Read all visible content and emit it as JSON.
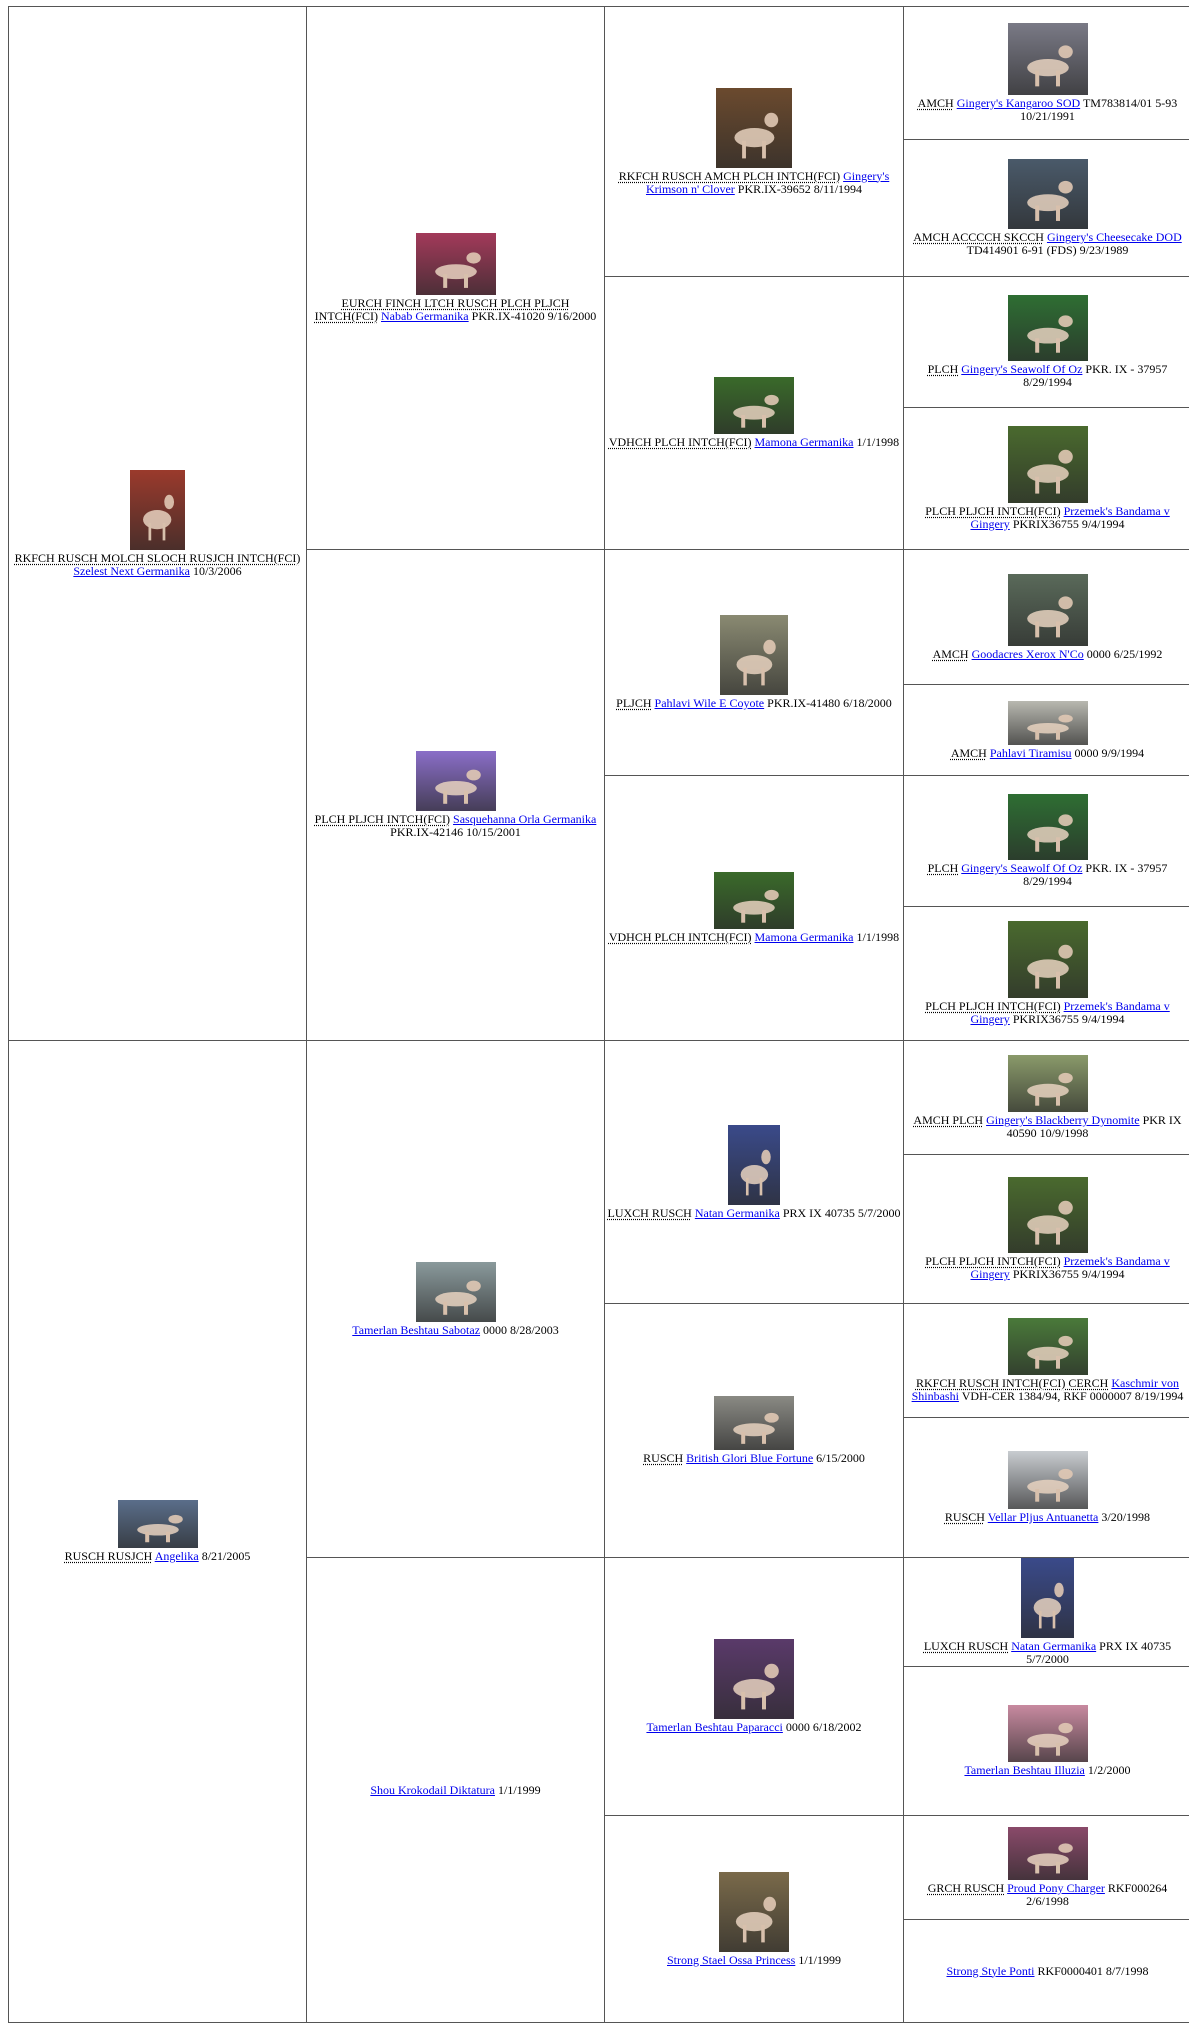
{
  "pedigree": {
    "rows": [
      {
        "col": 1,
        "rowspan": 8,
        "title": "RKFCH RUSCH MOLCH SLOCH RUSJCH INTCH(FCI)",
        "name": "Szelest Next Germanika",
        "info": "10/3/2006",
        "photo": "crested-dog-photo",
        "bg": "#9b3a2c",
        "pw": 68,
        "ph": 100
      },
      {
        "col": 2,
        "rowspan": 4,
        "title": "EURCH FINCH LTCH RUSCH PLCH PLJCH INTCH(FCI)",
        "name": "Nabab Germanika",
        "info": "PKR.IX-41020 9/16/2000",
        "photo": "crested-dog-photo",
        "bg": "#a33a5a",
        "pw": 100,
        "ph": 78
      },
      {
        "col": 3,
        "rowspan": 2,
        "title": "RKFCH RUSCH AMCH PLCH INTCH(FCI)",
        "name": "Gingery's Krimson n' Clover",
        "info": "PKR.IX-39652 8/11/1994",
        "photo": "crested-dog-photo",
        "bg": "#6b4a2e",
        "pw": 96,
        "ph": 100
      },
      {
        "col": 4,
        "rowspan": 1,
        "title": "AMCH",
        "name": "Gingery's Kangaroo SOD",
        "info": "TM783814/01 5-93 10/21/1991",
        "photo": "crested-dog-photo",
        "bg": "#7a7a86",
        "pw": 100,
        "ph": 90
      },
      {
        "col": 4,
        "rowspan": 1,
        "title": "AMCH ACCCCH SKCCH",
        "name": "Gingery's Cheesecake DOD",
        "info": "TD414901 6-91 (FDS) 9/23/1989",
        "photo": "crested-dog-photo",
        "bg": "#4a5a6a",
        "pw": 100,
        "ph": 88
      },
      {
        "col": 3,
        "rowspan": 2,
        "title": "VDHCH PLCH INTCH(FCI)",
        "name": "Mamona Germanika",
        "info": "1/1/1998",
        "photo": "crested-dog-photo",
        "bg": "#3a6a2a",
        "pw": 100,
        "ph": 72
      },
      {
        "col": 4,
        "rowspan": 1,
        "title": "PLCH",
        "name": "Gingery's Seawolf Of Oz",
        "info": "PKR. IX - 37957 8/29/1994",
        "photo": "crested-dog-photo",
        "bg": "#2e6e33",
        "pw": 100,
        "ph": 82
      },
      {
        "col": 4,
        "rowspan": 1,
        "title": "PLCH PLJCH INTCH(FCI)",
        "name": "Przemek's Bandama v Gingery",
        "info": "PKRIX36755 9/4/1994",
        "photo": "crested-dog-photo",
        "bg": "#4a6a2e",
        "pw": 100,
        "ph": 96
      },
      {
        "col": 2,
        "rowspan": 4,
        "title": "PLCH PLJCH INTCH(FCI)",
        "name": "Sasquehanna Orla Germanika",
        "info": "PKR.IX-42146 10/15/2001",
        "photo": "crested-dog-photo",
        "bg": "#8a6ec8",
        "pw": 100,
        "ph": 75
      },
      {
        "col": 3,
        "rowspan": 2,
        "title": "PLJCH",
        "name": "Pahlavi Wile E Coyote",
        "info": "PKR.IX-41480 6/18/2000",
        "photo": "crested-dog-photo",
        "bg": "#8a8a72",
        "pw": 86,
        "ph": 100
      },
      {
        "col": 4,
        "rowspan": 1,
        "title": "AMCH",
        "name": "Goodacres Xerox N'Co",
        "info": "0000 6/25/1992",
        "photo": "crested-dog-photo",
        "bg": "#5a6a5a",
        "pw": 100,
        "ph": 90
      },
      {
        "col": 4,
        "rowspan": 1,
        "title": "AMCH",
        "name": "Pahlavi Tiramisu",
        "info": "0000 9/9/1994",
        "photo": "crested-dog-photo",
        "bg": "#b8b8b0",
        "pw": 100,
        "ph": 55
      },
      {
        "col": 3,
        "rowspan": 2,
        "title": "VDHCH PLCH INTCH(FCI)",
        "name": "Mamona Germanika",
        "info": "1/1/1998",
        "photo": "crested-dog-photo",
        "bg": "#3a6a2a",
        "pw": 100,
        "ph": 72
      },
      {
        "col": 4,
        "rowspan": 1,
        "title": "PLCH",
        "name": "Gingery's Seawolf Of Oz",
        "info": "PKR. IX - 37957 8/29/1994",
        "photo": "crested-dog-photo",
        "bg": "#2e6e33",
        "pw": 100,
        "ph": 82
      },
      {
        "col": 4,
        "rowspan": 1,
        "title": "PLCH PLJCH INTCH(FCI)",
        "name": "Przemek's Bandama v Gingery",
        "info": "PKRIX36755 9/4/1994",
        "photo": "crested-dog-photo",
        "bg": "#4a6a2e",
        "pw": 100,
        "ph": 96
      },
      {
        "col": 1,
        "rowspan": 8,
        "title": "RUSCH RUSJCH",
        "name": "Angelika",
        "info": "8/21/2005",
        "photo": "crested-dog-photo",
        "bg": "#5a6e8a",
        "pw": 100,
        "ph": 60
      },
      {
        "col": 2,
        "rowspan": 4,
        "title": "",
        "name": "Tamerlan Beshtau Sabotaz",
        "info": "0000 8/28/2003",
        "photo": "crested-dog-photo",
        "bg": "#8a9a9c",
        "pw": 100,
        "ph": 75
      },
      {
        "col": 3,
        "rowspan": 2,
        "title": "LUXCH RUSCH",
        "name": "Natan Germanika",
        "info": "PRX IX 40735 5/7/2000",
        "photo": "crested-dog-photo",
        "bg": "#3a4a8a",
        "pw": 66,
        "ph": 100
      },
      {
        "col": 4,
        "rowspan": 1,
        "title": "AMCH PLCH",
        "name": "Gingery's Blackberry Dynomite",
        "info": "PKR IX 40590 10/9/1998",
        "photo": "crested-dog-photo",
        "bg": "#8a9a6a",
        "pw": 100,
        "ph": 72
      },
      {
        "col": 4,
        "rowspan": 1,
        "title": "PLCH PLJCH INTCH(FCI)",
        "name": "Przemek's Bandama v Gingery",
        "info": "PKRIX36755 9/4/1994",
        "photo": "crested-dog-photo",
        "bg": "#4a6a2e",
        "pw": 100,
        "ph": 96
      },
      {
        "col": 3,
        "rowspan": 2,
        "title": "RUSCH",
        "name": "British Glori Blue Fortune",
        "info": "6/15/2000",
        "photo": "crested-dog-photo",
        "bg": "#8a8a84",
        "pw": 100,
        "ph": 68
      },
      {
        "col": 4,
        "rowspan": 1,
        "title": "RKFCH RUSCH INTCH(FCI) CERCH",
        "name": "Kaschmir von Shinbashi",
        "info": "VDH-CER 1384/94, RKF 0000007 8/19/1994",
        "photo": "crested-dog-photo",
        "bg": "#4a7a3a",
        "pw": 100,
        "ph": 72
      },
      {
        "col": 4,
        "rowspan": 1,
        "title": "RUSCH",
        "name": "Vellar Pljus Antuanetta",
        "info": "3/20/1998",
        "photo": "crested-dog-photo",
        "bg": "#c8ccd0",
        "pw": 100,
        "ph": 72
      },
      {
        "col": 2,
        "rowspan": 4,
        "title": "",
        "name": "Shou Krokodail Diktatura",
        "info": "1/1/1999",
        "photo": "",
        "bg": "",
        "pw": 0,
        "ph": 0
      },
      {
        "col": 3,
        "rowspan": 2,
        "title": "",
        "name": "Tamerlan Beshtau Paparacci",
        "info": "0000 6/18/2002",
        "photo": "crested-dog-photo",
        "bg": "#5a3a6a",
        "pw": 100,
        "ph": 100
      },
      {
        "col": 4,
        "rowspan": 1,
        "title": "LUXCH RUSCH",
        "name": "Natan Germanika",
        "info": "PRX IX 40735 5/7/2000",
        "photo": "crested-dog-photo",
        "bg": "#3a4a8a",
        "pw": 66,
        "ph": 100
      },
      {
        "col": 4,
        "rowspan": 1,
        "title": "",
        "name": "Tamerlan Beshtau Illuzia",
        "info": "1/2/2000",
        "photo": "crested-dog-photo",
        "bg": "#c88aa0",
        "pw": 100,
        "ph": 72
      },
      {
        "col": 3,
        "rowspan": 2,
        "title": "",
        "name": "Strong Stael Ossa Princess",
        "info": "1/1/1999",
        "photo": "crested-dog-photo",
        "bg": "#7a6a4a",
        "pw": 88,
        "ph": 100
      },
      {
        "col": 4,
        "rowspan": 1,
        "title": "GRCH RUSCH",
        "name": "Proud Pony Charger",
        "info": "RKF000264 2/6/1998",
        "photo": "crested-dog-photo",
        "bg": "#8a4a6a",
        "pw": 100,
        "ph": 66
      },
      {
        "col": 4,
        "rowspan": 1,
        "title": "",
        "name": "Strong Style Ponti",
        "info": "RKF0000401 8/7/1998",
        "photo": "",
        "bg": "",
        "pw": 0,
        "ph": 0
      }
    ]
  }
}
